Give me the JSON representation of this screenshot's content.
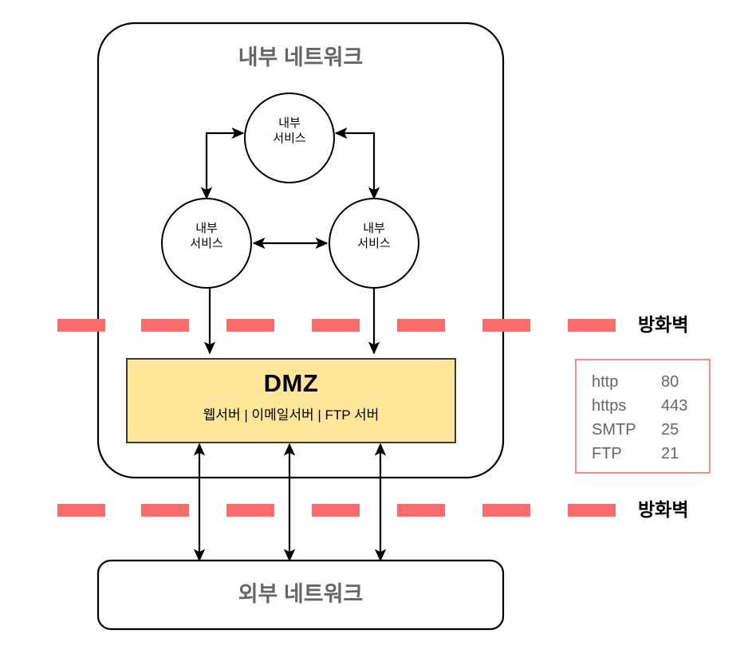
{
  "diagram": {
    "title_internal_zone": "내부 네트워크",
    "title_external_zone": "외부 네트워크",
    "dmz": {
      "title": "DMZ",
      "subtitle": "웹서버 | 이메일서버 | FTP 서버",
      "fill_color": "#FFE699",
      "border_color": "#3A3A3A"
    },
    "nodes": [
      {
        "id": "internal-service-top",
        "line1": "내부",
        "line2": "서비스"
      },
      {
        "id": "internal-service-left",
        "line1": "내부",
        "line2": "서비스"
      },
      {
        "id": "internal-service-right",
        "line1": "내부",
        "line2": "서비스"
      }
    ],
    "firewalls": [
      {
        "id": "firewall-upper",
        "label": "방화벽"
      },
      {
        "id": "firewall-lower",
        "label": "방화벽"
      }
    ],
    "firewall_color": "#FA6B6B",
    "zone_title_color": "#666666",
    "port_table": {
      "border_color": "#F98B8B",
      "text_color": "#666666",
      "rows": [
        {
          "protocol": "http",
          "port": "80"
        },
        {
          "protocol": "https",
          "port": "443"
        },
        {
          "protocol": "SMTP",
          "port": "25"
        },
        {
          "protocol": "FTP",
          "port": "21"
        }
      ]
    }
  }
}
